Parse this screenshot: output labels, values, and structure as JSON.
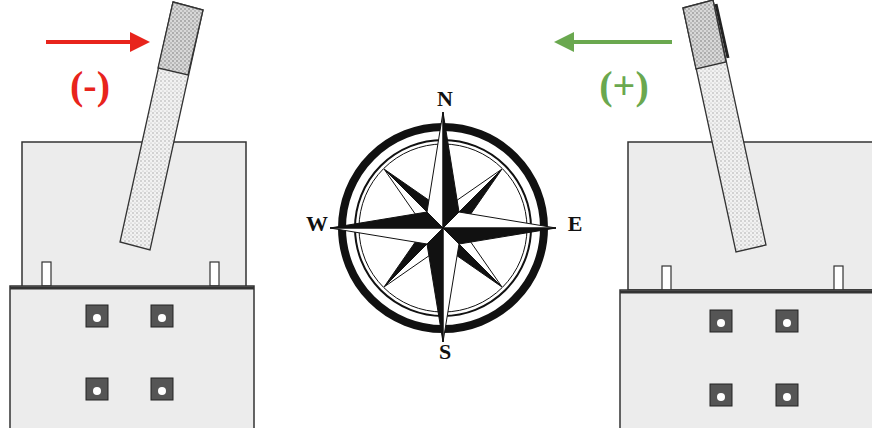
{
  "diagram": {
    "labels": [
      "(-)",
      "(+)",
      "N",
      "W",
      "E",
      "S"
    ]
  }
}
